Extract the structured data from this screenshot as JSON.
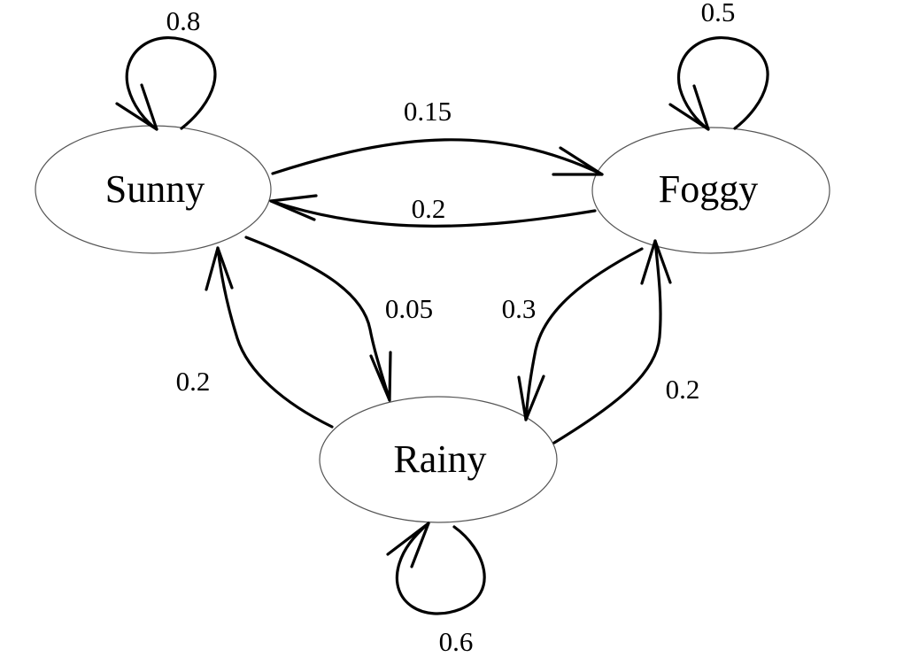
{
  "states": {
    "sunny": "Sunny",
    "foggy": "Foggy",
    "rainy": "Rainy"
  },
  "transitions": {
    "sunny_sunny": "0.8",
    "foggy_foggy": "0.5",
    "rainy_rainy": "0.6",
    "sunny_foggy": "0.15",
    "foggy_sunny": "0.2",
    "sunny_rainy": "0.05",
    "rainy_sunny": "0.2",
    "foggy_rainy": "0.3",
    "rainy_foggy": "0.2"
  }
}
